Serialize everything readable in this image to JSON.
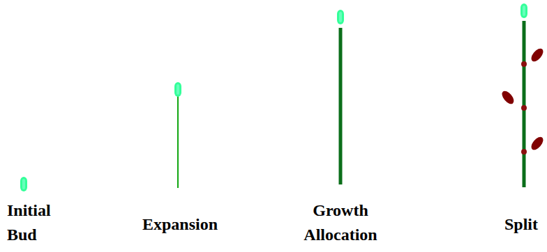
{
  "diagram": {
    "labels": [
      "Initial Bud",
      "Expansion",
      "Growth Allocation",
      "Split"
    ]
  }
}
